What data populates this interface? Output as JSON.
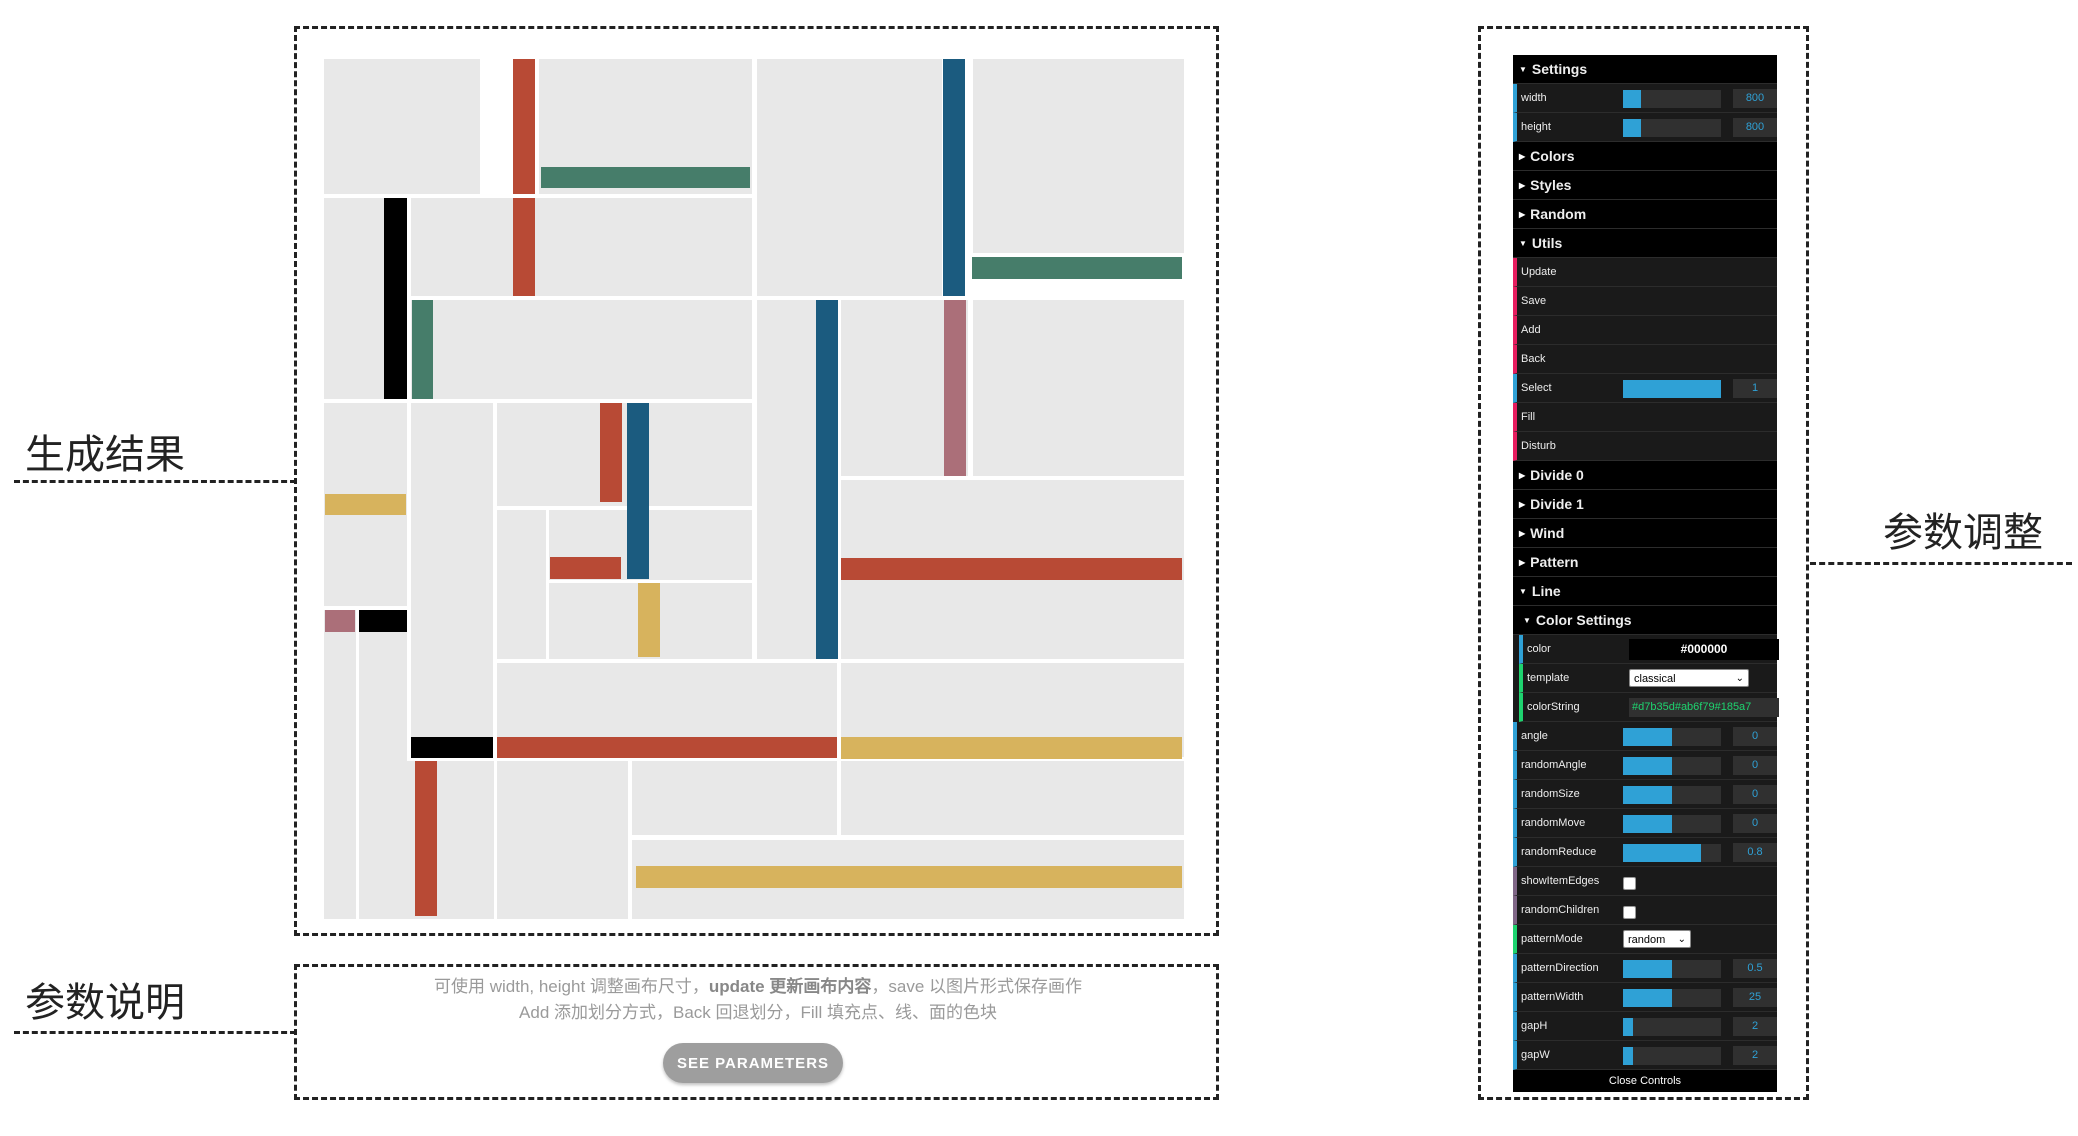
{
  "callouts": {
    "result": "生成结果",
    "description": "参数说明",
    "tuning": "参数调整"
  },
  "description": {
    "line1_a": "可使用 width, height 调整画布尺寸，",
    "line1_b": "update 更新画布内容",
    "line1_c": "，save 以图片形式保存画作",
    "line2": "Add 添加划分方式，Back 回退划分，Fill 填充点、线、面的色块",
    "button": "SEE PARAMETERS"
  },
  "colors": {
    "red": "#b84a35",
    "green": "#467d6a",
    "blue": "#1b5b7f",
    "black": "#000000",
    "pink": "#ab6f79",
    "yellow": "#d7b35d",
    "cell": "#e8e8e8"
  },
  "gui": {
    "settings": {
      "label": "Settings",
      "width": {
        "label": "width",
        "value": "800",
        "fraction": 0.18
      },
      "height": {
        "label": "height",
        "value": "800",
        "fraction": 0.18
      }
    },
    "folders_collapsed": [
      "Colors",
      "Styles",
      "Random"
    ],
    "utils": {
      "label": "Utils",
      "update": "Update",
      "save": "Save",
      "add": "Add",
      "back": "Back",
      "select": {
        "label": "Select",
        "value": "1",
        "fraction": 1.0
      },
      "fill": "Fill",
      "disturb": "Disturb"
    },
    "folders_collapsed_2": [
      "Divide 0",
      "Divide 1",
      "Wind",
      "Pattern"
    ],
    "line": {
      "label": "Line",
      "color_settings": "Color Settings",
      "color": {
        "label": "color",
        "value": "#000000"
      },
      "template": {
        "label": "template",
        "value": "classical"
      },
      "colorString": {
        "label": "colorString",
        "value": "#d7b35d#ab6f79#185a7"
      },
      "angle": {
        "label": "angle",
        "value": "0",
        "fraction": 0.5
      },
      "randomAngle": {
        "label": "randomAngle",
        "value": "0",
        "fraction": 0.5
      },
      "randomSize": {
        "label": "randomSize",
        "value": "0",
        "fraction": 0.5
      },
      "randomMove": {
        "label": "randomMove",
        "value": "0",
        "fraction": 0.5
      },
      "randomReduce": {
        "label": "randomReduce",
        "value": "0.8",
        "fraction": 0.8
      },
      "showItemEdges": {
        "label": "showItemEdges",
        "checked": false
      },
      "randomChildren": {
        "label": "randomChildren",
        "checked": false
      },
      "patternMode": {
        "label": "patternMode",
        "value": "random"
      },
      "patternDirection": {
        "label": "patternDirection",
        "value": "0.5",
        "fraction": 0.5
      },
      "patternWidth": {
        "label": "patternWidth",
        "value": "25",
        "fraction": 0.5
      },
      "gapH": {
        "label": "gapH",
        "value": "2",
        "fraction": 0.1
      },
      "gapW": {
        "label": "gapW",
        "value": "2",
        "fraction": 0.1
      }
    },
    "close": "Close Controls"
  }
}
